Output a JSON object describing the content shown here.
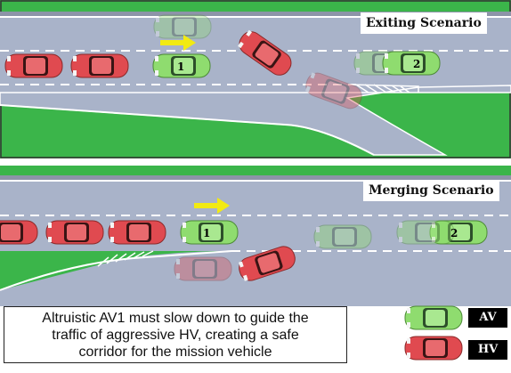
{
  "scenarios": [
    {
      "title": "Exiting Scenario"
    },
    {
      "title": "Merging Scenario"
    }
  ],
  "vehicle_labels": {
    "av1": "1",
    "av2": "2"
  },
  "caption": {
    "line1": "Altruistic AV1 must slow down to guide the",
    "line2": "traffic of aggressive HV, creating a safe",
    "line3": "corridor for the mission vehicle"
  },
  "legend": {
    "av": "AV",
    "hv": "HV"
  },
  "colors": {
    "grass": "#3bb54a",
    "road": "#a9b3c9",
    "av": "#8fdc6f",
    "hv": "#e04a50",
    "arrow": "#f2ea12",
    "lane_line": "#ffffff"
  }
}
